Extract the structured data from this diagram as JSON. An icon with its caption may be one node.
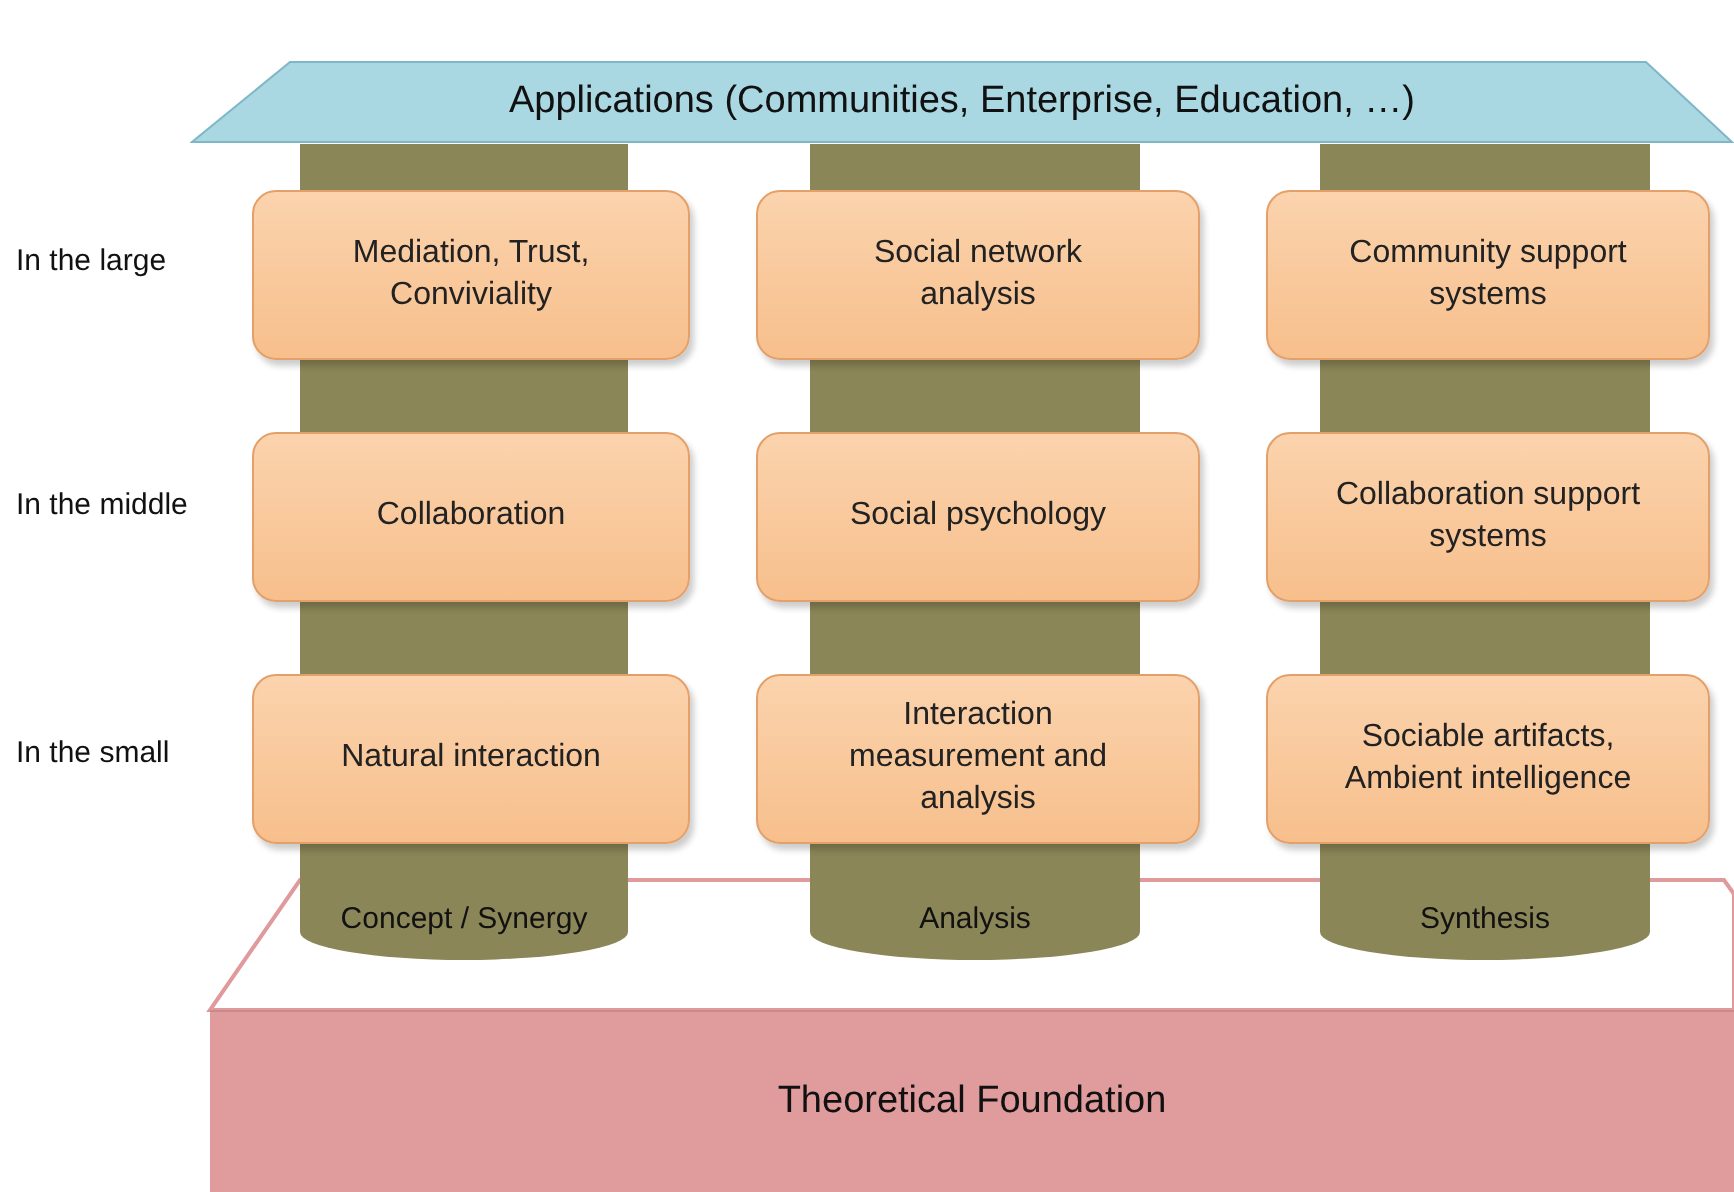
{
  "diagram": {
    "nodes": [
      {
        "text": [
          "Applications (Communities, Enterprise, Education, …)"
        ]
      },
      {
        "text": [
          "Mediation, Trust, Conviviality"
        ]
      },
      {
        "text": [
          "Social network analysis"
        ]
      },
      {
        "text": [
          "Community support systems"
        ]
      },
      {
        "text": [
          "Collaboration"
        ]
      },
      {
        "text": [
          "Social psychology"
        ]
      },
      {
        "text": [
          "Collaboration support systems"
        ]
      },
      {
        "text": [
          "Natural interaction"
        ]
      },
      {
        "text": [
          "Interaction measurement and analysis"
        ]
      },
      {
        "text": [
          "Sociable artifacts, Ambient intelligence"
        ]
      },
      {
        "text": [
          "Concept / Synergy"
        ]
      },
      {
        "text": [
          "Analysis"
        ]
      },
      {
        "text": [
          "Synthesis"
        ]
      },
      {
        "text": [
          "Theoretical Foundation"
        ]
      }
    ],
    "edges": [],
    "labels": [
      "In the large",
      "In the middle",
      "In the small"
    ]
  }
}
